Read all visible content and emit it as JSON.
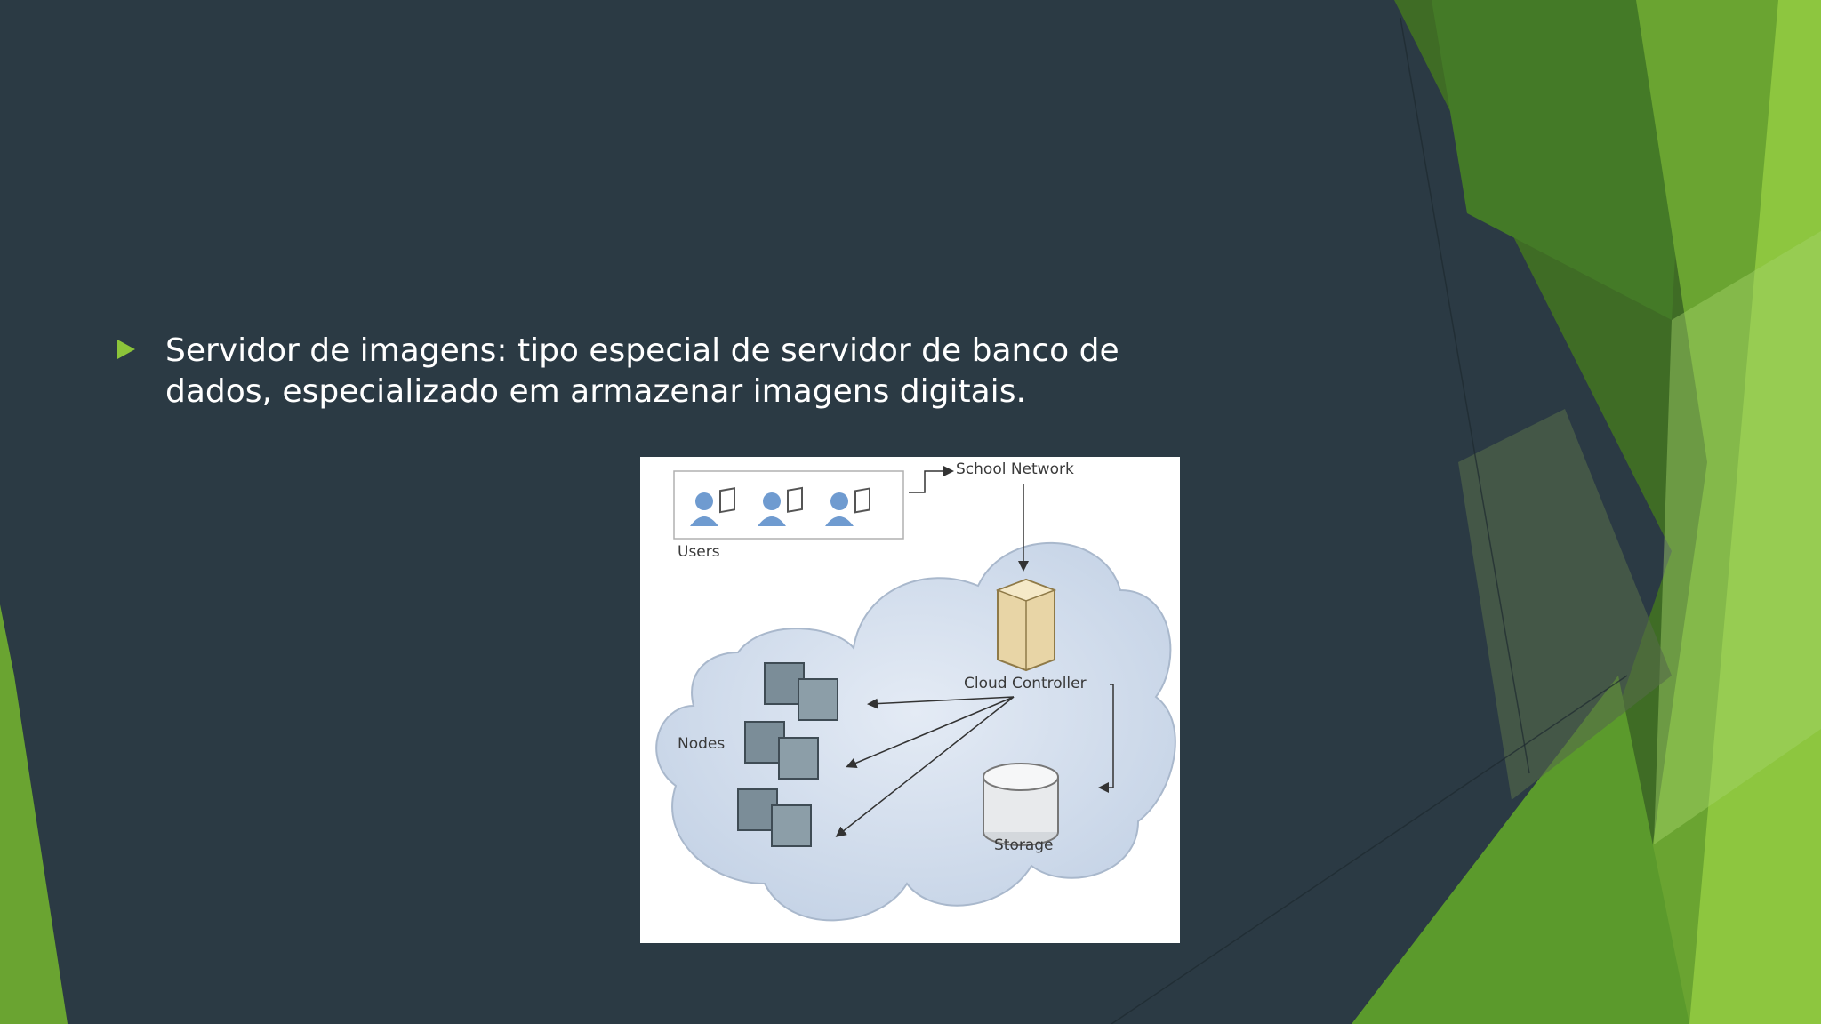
{
  "slide": {
    "bullet_text": "Servidor de imagens: tipo especial de servidor de banco de dados, especializado em armazenar imagens digitais."
  },
  "diagram": {
    "school_network": "School Network",
    "users": "Users",
    "cloud_controller": "Cloud Controller",
    "nodes": "Nodes",
    "storage": "Storage"
  },
  "colors": {
    "background": "#2b3a44",
    "accent_green": "#8cc43a",
    "dark_green": "#3e6b22"
  }
}
